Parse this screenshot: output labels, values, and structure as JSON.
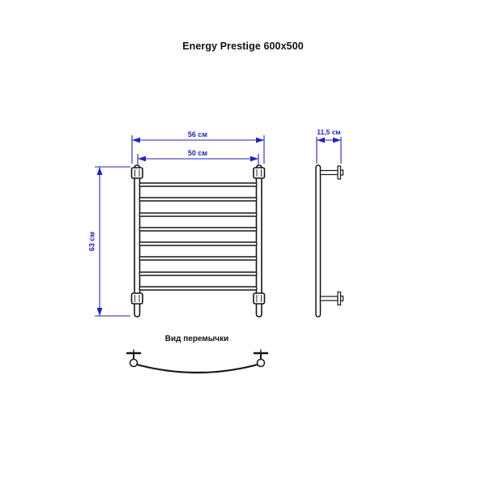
{
  "title": "Energy Prestige 600x500",
  "colors": {
    "dimension": "#2323bd",
    "drawing": "#161616",
    "title_text": "#111111",
    "background": "#ffffff"
  },
  "front_view": {
    "dim_outer_width": "56 см",
    "dim_inner_width": "50 см",
    "dim_height": "63 см",
    "rung_count": 8
  },
  "side_view": {
    "dim_depth": "11,5 см"
  },
  "crossbar_view": {
    "caption": "Вид перемычки"
  }
}
